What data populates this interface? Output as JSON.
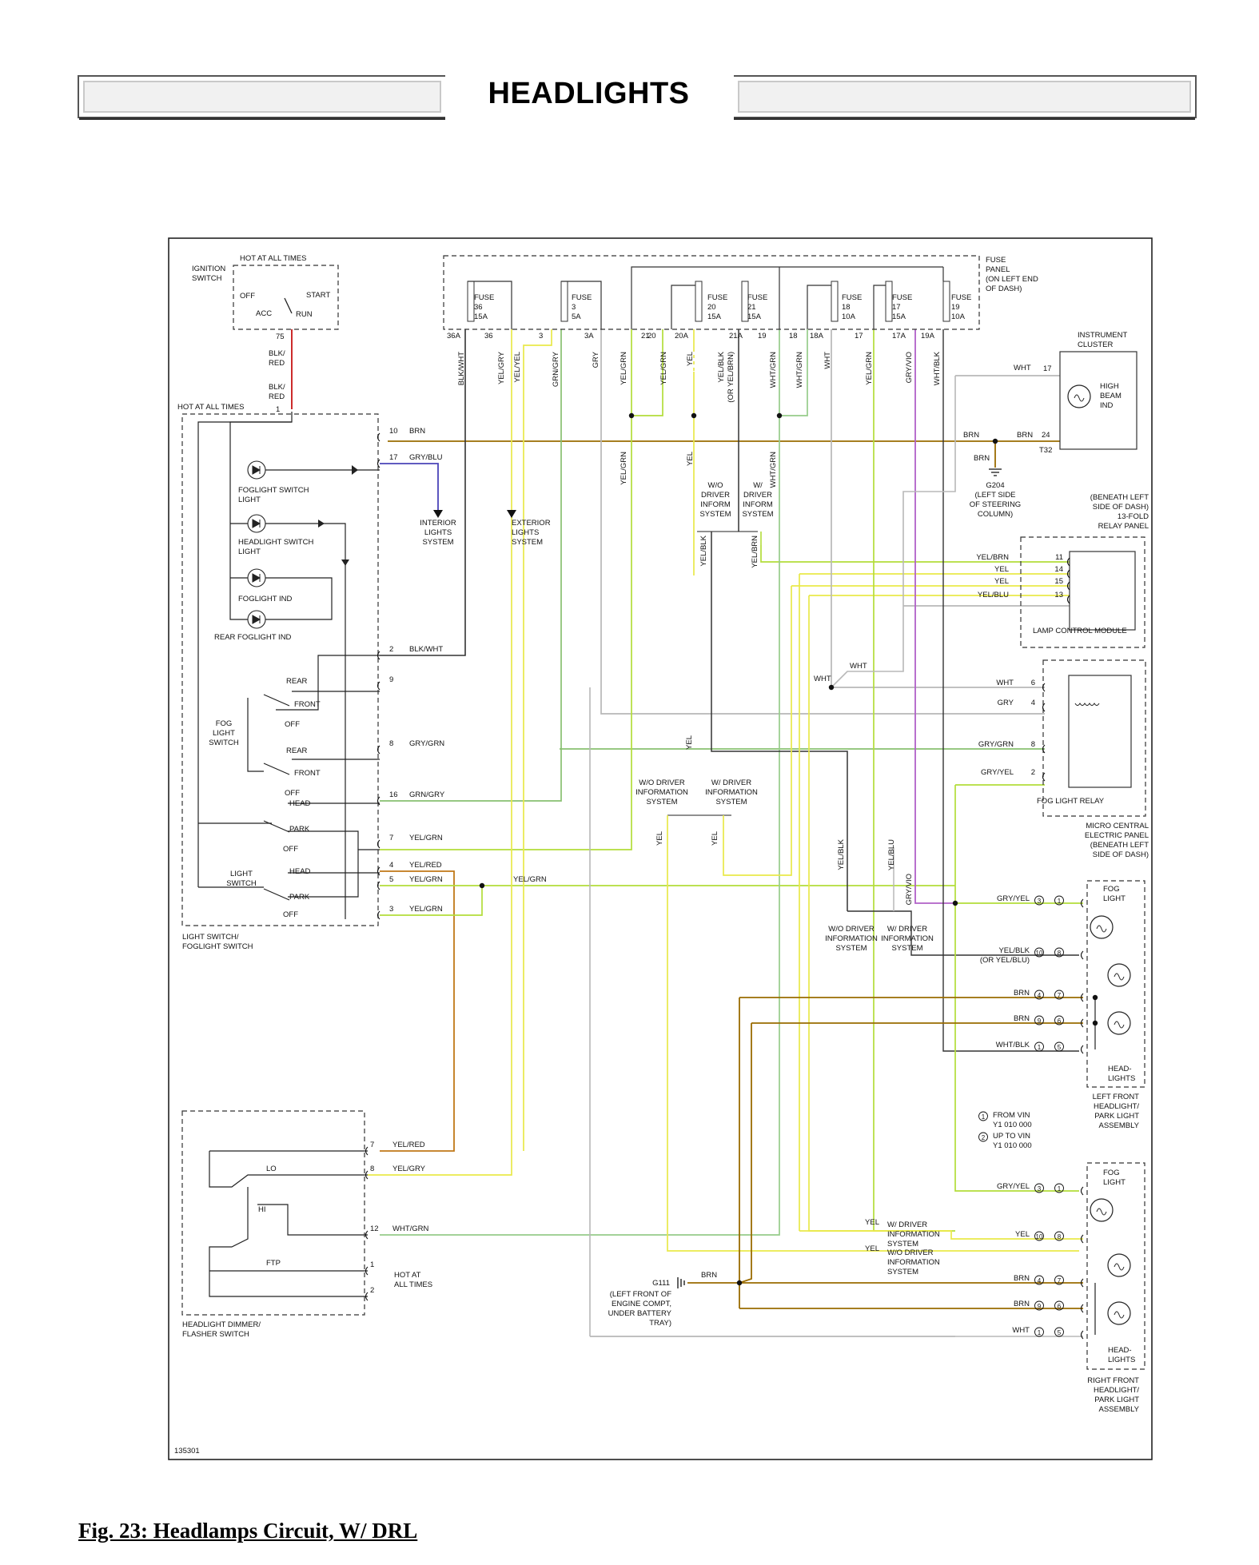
{
  "title": "HEADLIGHTS",
  "caption": "Fig. 23: Headlamps Circuit, W/ DRL",
  "diagram_id": "135301",
  "colors": {
    "brn": "#9a6b00",
    "yel": "#e9e94a",
    "yel_grn": "#b3dd3a",
    "grn_gry": "#88c070",
    "gry": "#b8b8b8",
    "blk": "#333333",
    "red": "#cc2b2b",
    "gry_blu": "#4a44b8",
    "gry_vio": "#b060c8",
    "yel_red": "#c07818",
    "wht_grn": "#96cc8a"
  },
  "ignition": {
    "hot": "HOT AT ALL TIMES",
    "label": "IGNITION\nSWITCH",
    "off": "OFF",
    "start": "START",
    "acc": "ACC",
    "run": "RUN",
    "pin": "75",
    "wire_a": "BLK/\nRED",
    "wire_b": "BLK/\nRED",
    "pin_b": "1"
  },
  "fuse_panel": {
    "label": "FUSE\nPANEL\n(ON LEFT END\nOF DASH)",
    "fuses": [
      {
        "name": "FUSE\n36\n15A"
      },
      {
        "name": "FUSE\n3\n5A"
      },
      {
        "name": "FUSE\n20\n15A"
      },
      {
        "name": "FUSE\n21\n15A"
      },
      {
        "name": "FUSE\n18\n10A"
      },
      {
        "name": "FUSE\n17\n15A"
      },
      {
        "name": "FUSE\n19\n10A"
      }
    ],
    "pins": [
      "36A",
      "36",
      "3",
      "3A",
      "21",
      "20",
      "20A",
      "21A",
      "19",
      "18",
      "18A",
      "17",
      "17A",
      "19A"
    ],
    "wires": [
      "BLK/WHT",
      "YEL/GRY",
      "YEL/YEL",
      "GRN/GRY",
      "GRY",
      "YEL/GRN",
      "YEL/GRN",
      "YEL",
      "YEL/BLK\n(OR YEL/BRN)",
      "WHT/GRN",
      "WHT/GRN",
      "WHT",
      "YEL/GRN",
      "GRY/VIO",
      "WHT/BLK"
    ]
  },
  "instrument_cluster": {
    "label": "INSTRUMENT\nCLUSTER",
    "high_beam": "HIGH\nBEAM\nIND",
    "wht": "WHT",
    "pin17": "17",
    "brn": "BRN",
    "brn2": "BRN",
    "pin24": "24",
    "t32": "T32",
    "brn3": "BRN",
    "g204": "G204\n(LEFT SIDE\nOF STEERING\nCOLUMN)"
  },
  "relay_panel": {
    "label": "(BENEATH LEFT\nSIDE OF DASH)\n13-FOLD\nRELAY PANEL",
    "lcm": "LAMP CONTROL MODULE",
    "rows": [
      {
        "wire": "YEL/BRN",
        "pin": "11"
      },
      {
        "wire": "YEL",
        "pin": "14"
      },
      {
        "wire": "YEL",
        "pin": "15"
      },
      {
        "wire": "YEL/BLU",
        "pin": "13"
      }
    ]
  },
  "fog_relay": {
    "label": "FOG LIGHT RELAY",
    "rows": [
      {
        "wire": "WHT",
        "pin": "6"
      },
      {
        "wire": "GRY",
        "pin": "4"
      },
      {
        "wire": "GRY/GRN",
        "pin": "8"
      },
      {
        "wire": "GRY/YEL",
        "pin": "2"
      }
    ],
    "micro": "MICRO CENTRAL\nELECTRIC PANEL\n(BENEATH LEFT\nSIDE OF DASH)"
  },
  "light_switch": {
    "hot": "HOT AT ALL TIMES",
    "fog_switch_light": "FOGLIGHT SWITCH\nLIGHT",
    "head_switch_light": "HEADLIGHT SWITCH\nLIGHT",
    "foglight_ind": "FOGLIGHT IND",
    "rear_fog_ind": "REAR FOGLIGHT IND",
    "fog_switch": "FOG\nLIGHT\nSWITCH",
    "rear": "REAR",
    "front": "FRONT",
    "off": "OFF",
    "rear2": "REAR",
    "front2": "FRONT",
    "off2": "OFF",
    "head": "HEAD",
    "park": "PARK",
    "off3": "OFF",
    "light_switch": "LIGHT\nSWITCH",
    "head2": "HEAD",
    "park2": "PARK",
    "off4": "OFF",
    "label": "LIGHT SWITCH/\nFOGLIGHT SWITCH",
    "pins": [
      {
        "pin": "10",
        "wire": "BRN"
      },
      {
        "pin": "17",
        "wire": "GRY/BLU"
      },
      {
        "pin": "2",
        "wire": "BLK/WHT"
      },
      {
        "pin": "9",
        "wire": ""
      },
      {
        "pin": "8",
        "wire": "GRY/GRN"
      },
      {
        "pin": "16",
        "wire": "GRN/GRY"
      },
      {
        "pin": "7",
        "wire": "YEL/GRN"
      },
      {
        "pin": "4",
        "wire": "YEL/RED"
      },
      {
        "pin": "5",
        "wire": "YEL/GRN"
      },
      {
        "pin": "3",
        "wire": "YEL/GRN"
      }
    ],
    "yel_grn_bus": "YEL/GRN"
  },
  "systems": {
    "interior": "INTERIOR\nLIGHTS\nSYSTEM",
    "exterior": "EXTERIOR\nLIGHTS\nSYSTEM",
    "wo_driver_info": "W/O\nDRIVER\nINFORM\nSYSTEM",
    "w_driver_info": "W/\nDRIVER\nINFORM\nSYSTEM",
    "wo_driver_info2": "W/O DRIVER\nINFORMATION\nSYSTEM",
    "w_driver_info2": "W/ DRIVER\nINFORMATION\nSYSTEM",
    "wo_driver_info3": "W/O DRIVER\nINFORMATION\nSYSTEM",
    "w_driver_info3": "W/ DRIVER\nINFORMATION\nSYSTEM",
    "w_driver_info4": "W/ DRIVER\nINFORMATION\nSYSTEM",
    "wo_driver_info4": "W/O DRIVER\nINFORMATION\nSYSTEM"
  },
  "mid_wires": {
    "yel_grn": "YEL/GRN",
    "yel": "YEL",
    "wht_grn": "WHT/GRN",
    "yel_blk": "YEL/BLK",
    "yel_brn": "YEL/BRN",
    "wht": "WHT",
    "wht2": "WHT",
    "yel2": "YEL",
    "yel3": "YEL",
    "yel4": "YEL",
    "yel_blk2": "YEL/BLK",
    "yel_blu": "YEL/BLU",
    "gry_vio": "GRY/VIO",
    "yel5": "YEL",
    "yel6": "YEL"
  },
  "left_front": {
    "fog": "FOG\nLIGHT",
    "head": "HEAD-\nLIGHTS",
    "label": "LEFT FRONT\nHEADLIGHT/\nPARK LIGHT\nASSEMBLY",
    "rows": [
      {
        "wire": "GRY/YEL",
        "a": "3",
        "b": "1"
      },
      {
        "wire": "YEL/BLK\n(OR YEL/BLU)",
        "a": "10",
        "b": "8"
      },
      {
        "wire": "BRN",
        "a": "4",
        "b": "7"
      },
      {
        "wire": "BRN",
        "a": "9",
        "b": "6"
      },
      {
        "wire": "WHT/BLK",
        "a": "1",
        "b": "5"
      }
    ]
  },
  "vin_notes": {
    "n1": "FROM VIN\nY1 010 000",
    "n2": "UP TO VIN\nY1 010 000"
  },
  "right_front": {
    "fog": "FOG\nLIGHT",
    "head": "HEAD-\nLIGHTS",
    "label": "RIGHT FRONT\nHEADLIGHT/\nPARK LIGHT\nASSEMBLY",
    "rows": [
      {
        "wire": "GRY/YEL",
        "a": "3",
        "b": "1"
      },
      {
        "wire": "YEL",
        "a": "10",
        "b": "8"
      },
      {
        "wire": "BRN",
        "a": "4",
        "b": "7"
      },
      {
        "wire": "BRN",
        "a": "9",
        "b": "6"
      },
      {
        "wire": "WHT",
        "a": "1",
        "b": "5"
      }
    ]
  },
  "ground": {
    "g111": "G111",
    "brn": "BRN",
    "note": "(LEFT FRONT OF\nENGINE COMPT,\nUNDER BATTERY\nTRAY)"
  },
  "dimmer": {
    "label": "HEADLIGHT DIMMER/\nFLASHER SWITCH",
    "lo": "LO",
    "hi": "HI",
    "ftp": "FTP",
    "hot": "HOT AT\nALL TIMES",
    "pins": [
      {
        "pin": "7",
        "wire": "YEL/RED"
      },
      {
        "pin": "8",
        "wire": "YEL/GRY"
      },
      {
        "pin": "12",
        "wire": "WHT/GRN"
      },
      {
        "pin": "1",
        "wire": ""
      },
      {
        "pin": "2",
        "wire": ""
      }
    ]
  }
}
